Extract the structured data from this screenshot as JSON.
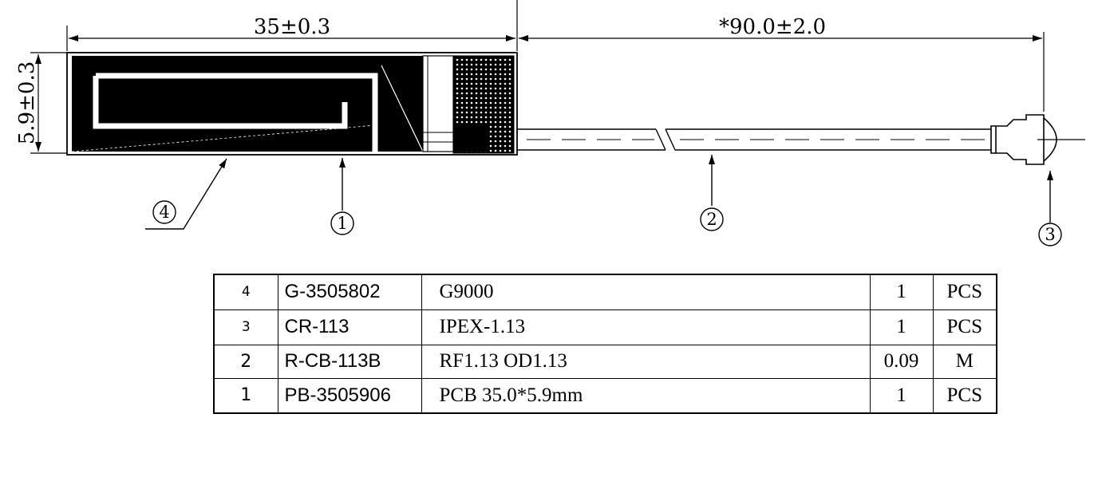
{
  "dimensions": {
    "pcb_length": "35±0.3",
    "cable_length": "*90.0±2.0",
    "pcb_width": "5.9±0.3"
  },
  "balloons": [
    {
      "id": "balloon-4",
      "label": "4"
    },
    {
      "id": "balloon-1",
      "label": "1"
    },
    {
      "id": "balloon-2",
      "label": "2"
    },
    {
      "id": "balloon-3",
      "label": "3"
    }
  ],
  "bom": {
    "rows": [
      {
        "item": "4",
        "part_no": "G-3505802",
        "description": "G9000",
        "qty": "1",
        "unit": "PCS"
      },
      {
        "item": "3",
        "part_no": "CR-113",
        "description": "IPEX-1.13",
        "qty": "1",
        "unit": "PCS"
      },
      {
        "item": "2",
        "part_no": "R-CB-113B",
        "description": "RF1.13  OD1.13",
        "qty": "0.09",
        "unit": "M"
      },
      {
        "item": "1",
        "part_no": "PB-3505906",
        "description": "PCB 35.0*5.9mm",
        "qty": "1",
        "unit": "PCS"
      }
    ]
  }
}
